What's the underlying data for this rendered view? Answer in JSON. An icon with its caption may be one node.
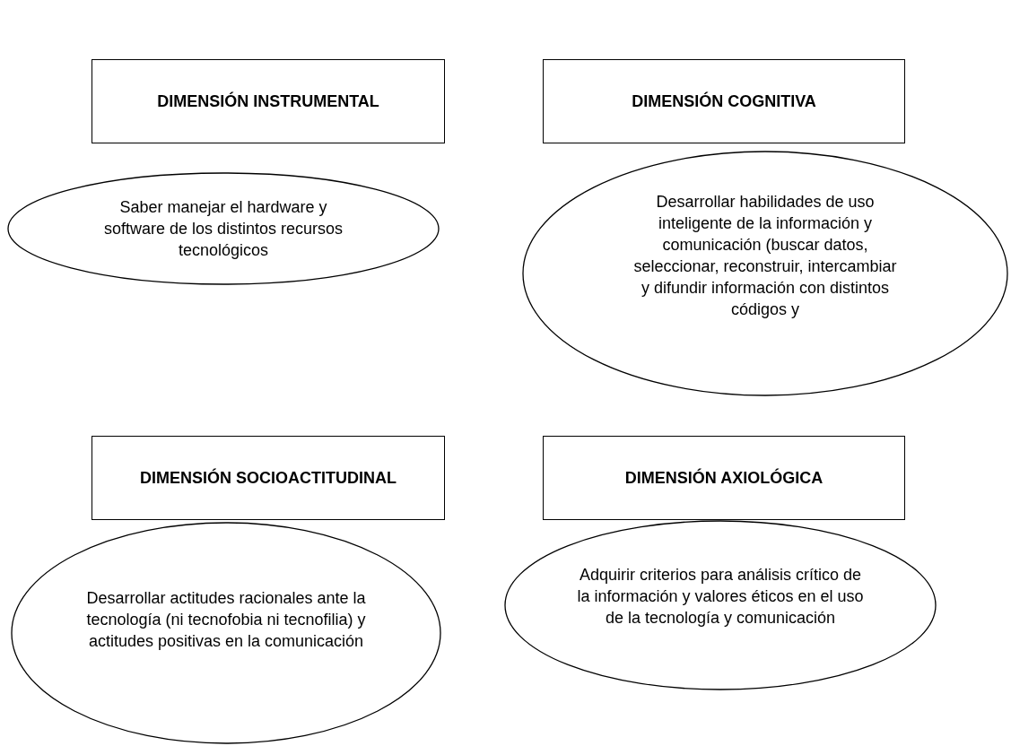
{
  "diagram": {
    "nodes": [
      {
        "text": [
          "DIMENSIÓN INSTRUMENTAL"
        ]
      },
      {
        "text": [
          "DIMENSIÓN COGNITIVA"
        ]
      },
      {
        "text": [
          "Saber manejar el hardware y software de los distintos recursos tecnológicos"
        ]
      },
      {
        "text": [
          "Desarrollar habilidades de uso inteligente de la información y comunicación (buscar datos, seleccionar, reconstruir, intercambiar y difundir información con distintos códigos y"
        ]
      },
      {
        "text": [
          "DIMENSIÓN SOCIOACTITUDINAL"
        ]
      },
      {
        "text": [
          "DIMENSIÓN AXIOLÓGICA"
        ]
      },
      {
        "text": [
          "Desarrollar actitudes racionales ante la tecnología (ni tecnofobia ni tecnofilia) y actitudes positivas en la comunicación"
        ]
      },
      {
        "text": [
          "Adquirir criterios para análisis crítico de la información y valores éticos en el uso de la tecnología y comunicación"
        ]
      }
    ]
  }
}
